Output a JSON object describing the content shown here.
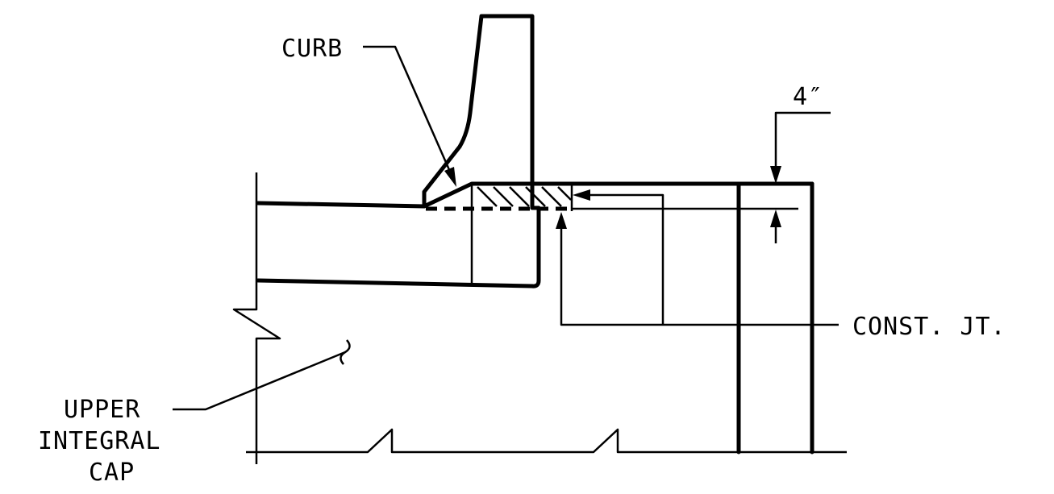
{
  "labels": {
    "curb": "CURB",
    "dimension": "4″",
    "const_jt": "CONST. JT.",
    "upper_integral_cap": [
      "UPPER",
      "INTEGRAL",
      "CAP"
    ]
  }
}
